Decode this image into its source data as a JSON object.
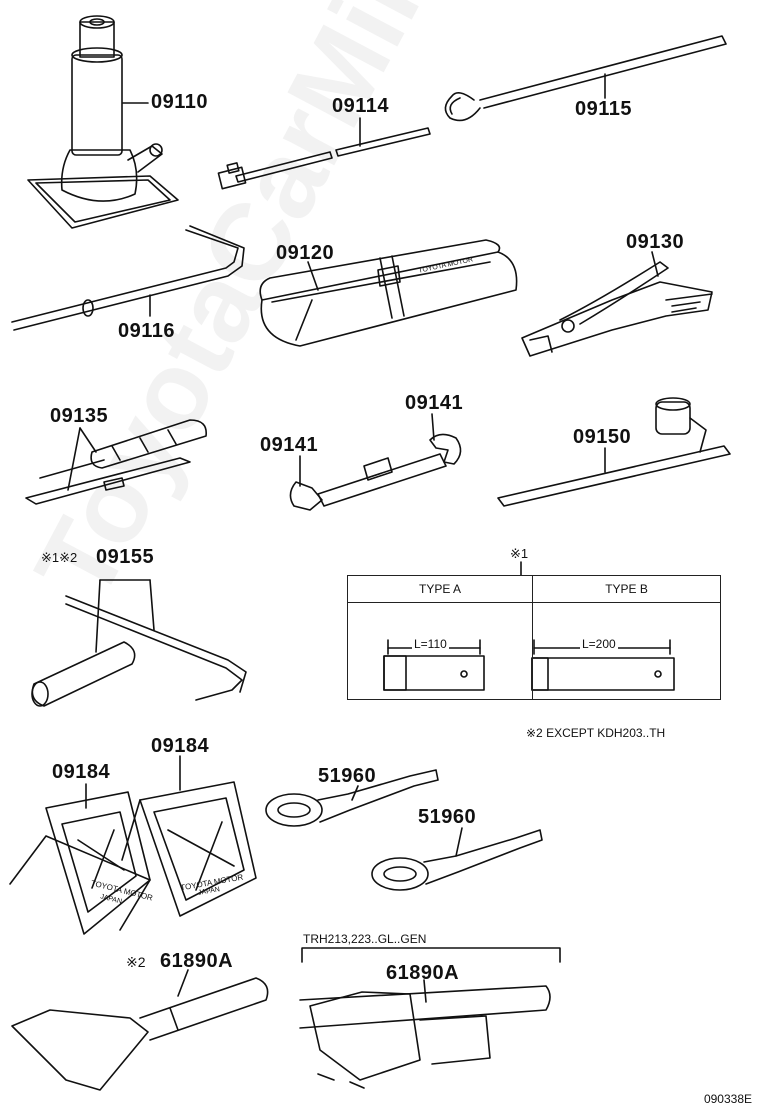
{
  "labels": {
    "jack": "09110",
    "jack_handle_ext": "09114",
    "jack_handle": "09115",
    "handle_rod": "09116",
    "tool_bag": "09120",
    "pliers": "09130",
    "screwdriver": "09135",
    "wrench_open": "09141",
    "wrench_ring": "09141",
    "hub_nut_wrench": "09150",
    "plug_wrench": "09155",
    "plug_wrench_prefix": "※1※2",
    "wheel_chock_left": "09184",
    "wheel_chock_right": "09184",
    "towing_eye_1": "51960",
    "towing_eye_2": "51960",
    "lock_tool_1": "61890A",
    "lock_tool_1_prefix": "※2",
    "lock_tool_2": "61890A"
  },
  "notes": {
    "table_marker": "※1",
    "except": "※2 EXCEPT KDH203..TH",
    "application": "TRH213,223..GL..GEN"
  },
  "type_table": {
    "col_a": "TYPE A",
    "col_b": "TYPE B",
    "len_a": "L=110",
    "len_b": "L=200"
  },
  "chock_text": "TOYOTA MOTOR",
  "chock_text2": "JAPAN",
  "bag_text": "TOYOTA MOTOR",
  "watermark": "ToyotaCarMine.ru",
  "diagram_id": "090338E"
}
